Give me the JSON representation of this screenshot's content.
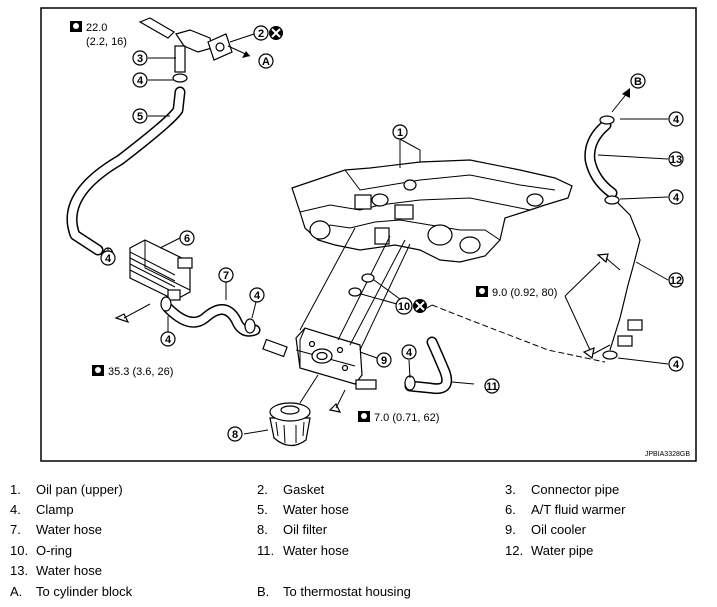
{
  "figure_code": "JPBIA3328GB",
  "torque_specs": {
    "t1_value": "22.0",
    "t1_alt": "(2.2, 16)",
    "t2_value": "35.3 (3.6, 26)",
    "t3_value": "9.0 (0.92, 80)",
    "t4_value": "7.0 (0.71, 62)"
  },
  "callouts": {
    "c1": "1",
    "c2": "2",
    "c3": "3",
    "c4": "4",
    "c5": "5",
    "c6": "6",
    "c7": "7",
    "c8": "8",
    "c9": "9",
    "c10": "10",
    "c11": "11",
    "c12": "12",
    "c13": "13",
    "a": "A",
    "b": "B"
  },
  "legend": [
    {
      "num": "1.",
      "label": "Oil pan (upper)"
    },
    {
      "num": "2.",
      "label": "Gasket"
    },
    {
      "num": "3.",
      "label": "Connector pipe"
    },
    {
      "num": "4.",
      "label": "Clamp"
    },
    {
      "num": "5.",
      "label": "Water hose"
    },
    {
      "num": "6.",
      "label": "A/T fluid warmer"
    },
    {
      "num": "7.",
      "label": "Water hose"
    },
    {
      "num": "8.",
      "label": "Oil filter"
    },
    {
      "num": "9.",
      "label": "Oil cooler"
    },
    {
      "num": "10.",
      "label": "O-ring"
    },
    {
      "num": "11.",
      "label": "Water hose"
    },
    {
      "num": "12.",
      "label": "Water pipe"
    },
    {
      "num": "13.",
      "label": "Water hose"
    },
    {
      "num": "A.",
      "label": "To cylinder block"
    },
    {
      "num": "B.",
      "label": "To thermostat housing"
    }
  ]
}
